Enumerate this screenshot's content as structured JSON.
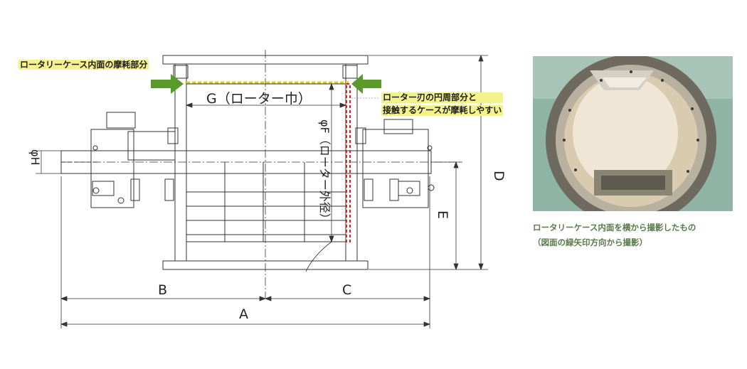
{
  "annotations": {
    "left_label": "ロータリーケース内面の摩耗部分",
    "right_label_line1": "ローター刃の円周部分と",
    "right_label_line2": "接触するケースが摩耗しやすい"
  },
  "dimensions": {
    "g": "G（ローター巾）",
    "f": "φF（ローター外径）",
    "h": "φH",
    "d": "D",
    "e": "E",
    "a": "A",
    "b": "B",
    "c": "C"
  },
  "photo": {
    "caption_line1": "ロータリーケース内面を横から撮影したもの",
    "caption_line2": "（図面の緑矢印方向から撮影）"
  },
  "colors": {
    "arrow": "#5a9a2a",
    "wear_left": "#e0d000",
    "wear_right": "#e02020",
    "highlight": "#f4f28e",
    "caption": "#5a7a4a"
  }
}
